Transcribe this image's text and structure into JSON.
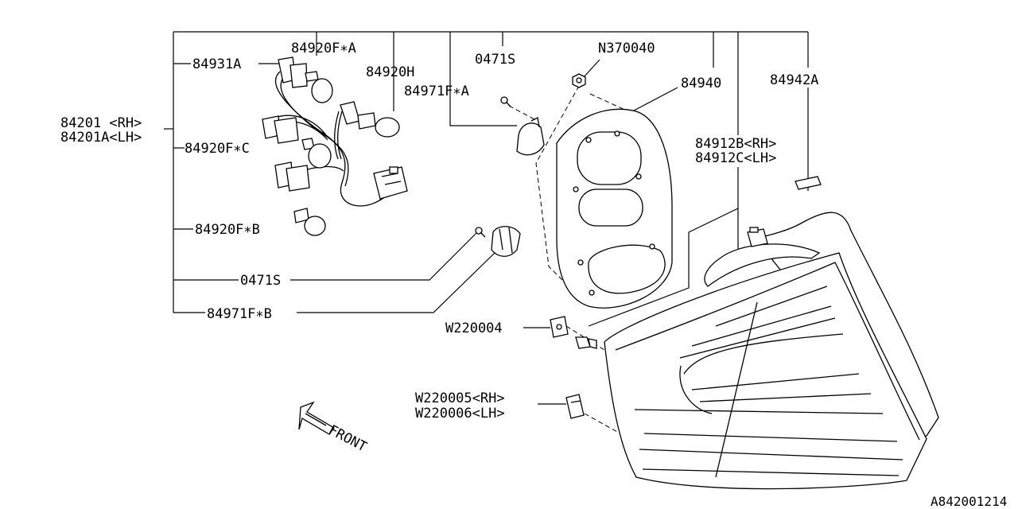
{
  "diagram_id": "A842001214",
  "labels": {
    "harness_assy_rh": "84201 <RH>",
    "harness_assy_lh": "84201A<LH>",
    "socket_a": "84931A",
    "bulb_a": "84920F∗A",
    "bulb_h": "84920H",
    "bulb_c": "84920F∗C",
    "bulb_b": "84920F∗B",
    "screw_top": "0471S",
    "screw_left": "0471S",
    "holder_a": "84971F∗A",
    "holder_b": "84971F∗B",
    "nut": "N370040",
    "gasket": "84940",
    "cover": "84942A",
    "lens_rh": "84912B<RH>",
    "lens_lh": "84912C<LH>",
    "clip": "W220004",
    "clip_rh": "W220005<RH>",
    "clip_lh": "W220006<LH>",
    "front": "FRONT"
  }
}
